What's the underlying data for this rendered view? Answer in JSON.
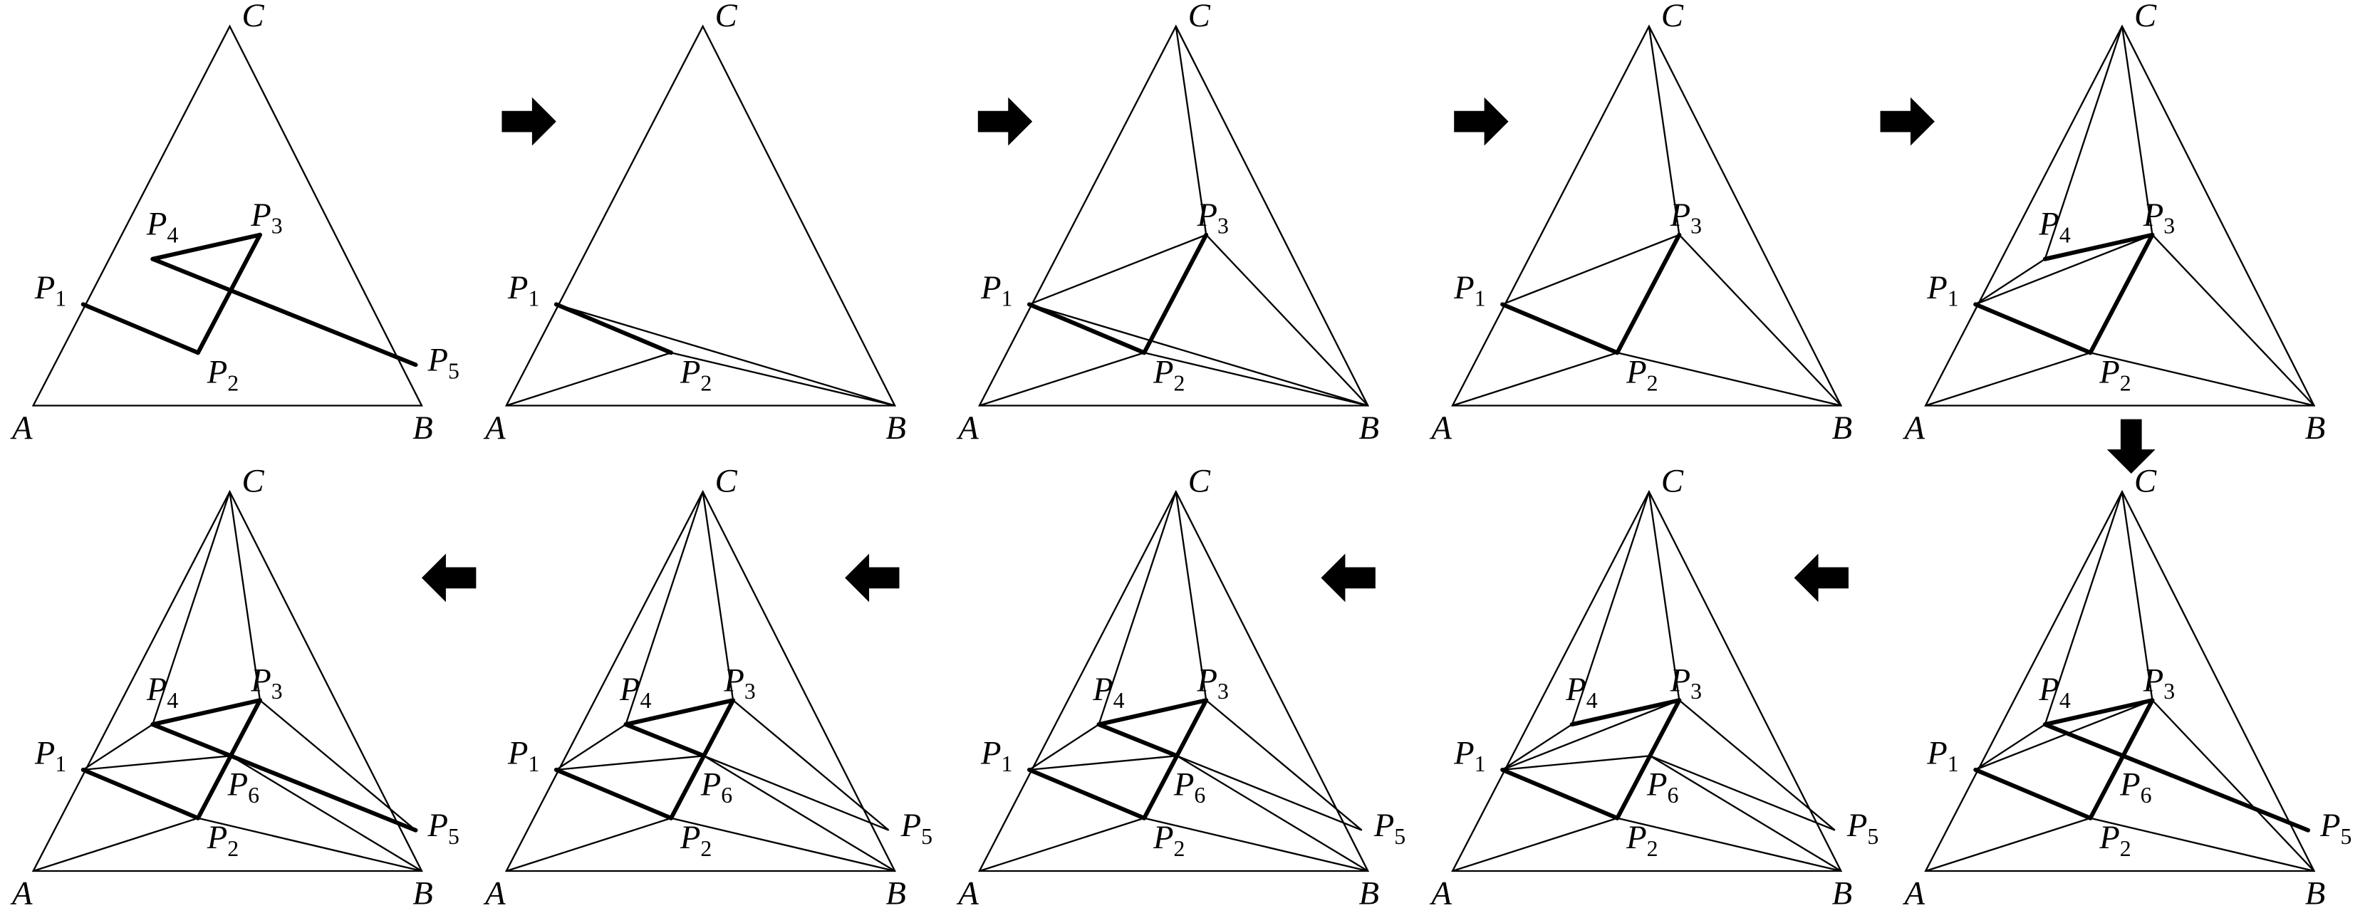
{
  "vertex_labels": {
    "A": "A",
    "B": "B",
    "C": "C",
    "P1": "P",
    "P2": "P",
    "P3": "P",
    "P4": "P",
    "P5": "P",
    "P6": "P"
  },
  "vertex_subscripts": {
    "P1": "1",
    "P2": "2",
    "P3": "3",
    "P4": "4",
    "P5": "5",
    "P6": "6"
  },
  "panels": [
    {
      "step": 1,
      "points": [
        "A",
        "B",
        "C",
        "P1",
        "P2",
        "P3",
        "P4",
        "P5"
      ],
      "bold": [
        [
          "P1",
          "P2"
        ],
        [
          "P2",
          "P3"
        ],
        [
          "P3",
          "P4"
        ],
        [
          "P4",
          "P5"
        ]
      ],
      "thin": []
    },
    {
      "step": 2,
      "points": [
        "A",
        "B",
        "C",
        "P1",
        "P2"
      ],
      "bold": [
        [
          "P1",
          "P2"
        ]
      ],
      "thin": [
        [
          "A",
          "P2"
        ],
        [
          "P2",
          "B"
        ],
        [
          "P1",
          "B"
        ]
      ]
    },
    {
      "step": 3,
      "points": [
        "A",
        "B",
        "C",
        "P1",
        "P2",
        "P3"
      ],
      "bold": [
        [
          "P1",
          "P2"
        ],
        [
          "P2",
          "P3"
        ]
      ],
      "thin": [
        [
          "A",
          "P2"
        ],
        [
          "P2",
          "B"
        ],
        [
          "P1",
          "B"
        ],
        [
          "P1",
          "P3"
        ],
        [
          "P3",
          "B"
        ],
        [
          "P3",
          "C"
        ]
      ]
    },
    {
      "step": 4,
      "points": [
        "A",
        "B",
        "C",
        "P1",
        "P2",
        "P3"
      ],
      "bold": [
        [
          "P1",
          "P2"
        ],
        [
          "P2",
          "P3"
        ]
      ],
      "thin": [
        [
          "A",
          "P2"
        ],
        [
          "P2",
          "B"
        ],
        [
          "P1",
          "P3"
        ],
        [
          "P3",
          "B"
        ],
        [
          "P3",
          "C"
        ]
      ]
    },
    {
      "step": 5,
      "points": [
        "A",
        "B",
        "C",
        "P1",
        "P2",
        "P3",
        "P4"
      ],
      "bold": [
        [
          "P1",
          "P2"
        ],
        [
          "P2",
          "P3"
        ],
        [
          "P3",
          "P4"
        ]
      ],
      "thin": [
        [
          "A",
          "P2"
        ],
        [
          "P2",
          "B"
        ],
        [
          "P1",
          "P3"
        ],
        [
          "P3",
          "B"
        ],
        [
          "P3",
          "C"
        ],
        [
          "P1",
          "P4"
        ],
        [
          "P4",
          "C"
        ]
      ]
    },
    {
      "step": 6,
      "points": [
        "A",
        "B",
        "C",
        "P1",
        "P2",
        "P3",
        "P4",
        "P5",
        "P6"
      ],
      "bold": [
        [
          "P1",
          "P2"
        ],
        [
          "P2",
          "P3"
        ],
        [
          "P3",
          "P4"
        ],
        [
          "P4",
          "P5"
        ]
      ],
      "thin": [
        [
          "A",
          "P2"
        ],
        [
          "P2",
          "B"
        ],
        [
          "P1",
          "P3"
        ],
        [
          "P3",
          "B"
        ],
        [
          "P3",
          "C"
        ],
        [
          "P1",
          "P4"
        ],
        [
          "P4",
          "C"
        ],
        [
          "P4",
          "P3"
        ]
      ]
    },
    {
      "step": 7,
      "points": [
        "A",
        "B",
        "C",
        "P1",
        "P2",
        "P3",
        "P4",
        "P5",
        "P6"
      ],
      "bold": [
        [
          "P1",
          "P2"
        ],
        [
          "P2",
          "P6"
        ],
        [
          "P6",
          "P3"
        ],
        [
          "P3",
          "P4"
        ]
      ],
      "thin": [
        [
          "A",
          "P2"
        ],
        [
          "P2",
          "B"
        ],
        [
          "P1",
          "P3"
        ],
        [
          "P1",
          "P6"
        ],
        [
          "P6",
          "B"
        ],
        [
          "P6",
          "P5"
        ],
        [
          "P3",
          "P5"
        ],
        [
          "P3",
          "C"
        ],
        [
          "P1",
          "P4"
        ],
        [
          "P4",
          "C"
        ]
      ]
    },
    {
      "step": 8,
      "points": [
        "A",
        "B",
        "C",
        "P1",
        "P2",
        "P3",
        "P4",
        "P5",
        "P6"
      ],
      "bold": [
        [
          "P1",
          "P2"
        ],
        [
          "P2",
          "P6"
        ],
        [
          "P6",
          "P3"
        ],
        [
          "P3",
          "P4"
        ],
        [
          "P4",
          "P6"
        ]
      ],
      "thin": [
        [
          "A",
          "P2"
        ],
        [
          "P2",
          "B"
        ],
        [
          "P1",
          "P6"
        ],
        [
          "P6",
          "B"
        ],
        [
          "P6",
          "P5"
        ],
        [
          "P3",
          "P5"
        ],
        [
          "P3",
          "C"
        ],
        [
          "P1",
          "P4"
        ],
        [
          "P4",
          "C"
        ]
      ]
    },
    {
      "step": 9,
      "points": [
        "A",
        "B",
        "C",
        "P1",
        "P2",
        "P3",
        "P4",
        "P5",
        "P6"
      ],
      "bold": [
        [
          "P1",
          "P2"
        ],
        [
          "P2",
          "P6"
        ],
        [
          "P6",
          "P3"
        ],
        [
          "P3",
          "P4"
        ],
        [
          "P4",
          "P6"
        ]
      ],
      "thin": [
        [
          "A",
          "P2"
        ],
        [
          "P2",
          "B"
        ],
        [
          "P1",
          "P6"
        ],
        [
          "P6",
          "B"
        ],
        [
          "P6",
          "P5"
        ],
        [
          "P3",
          "P5"
        ],
        [
          "P3",
          "C"
        ],
        [
          "P1",
          "P4"
        ],
        [
          "P4",
          "C"
        ]
      ]
    },
    {
      "step": 10,
      "points": [
        "A",
        "B",
        "C",
        "P1",
        "P2",
        "P3",
        "P4",
        "P5",
        "P6"
      ],
      "bold": [
        [
          "P1",
          "P2"
        ],
        [
          "P2",
          "P6"
        ],
        [
          "P6",
          "P3"
        ],
        [
          "P3",
          "P4"
        ],
        [
          "P4",
          "P6"
        ],
        [
          "P6",
          "P5"
        ]
      ],
      "thin": [
        [
          "A",
          "P2"
        ],
        [
          "P2",
          "B"
        ],
        [
          "P1",
          "P6"
        ],
        [
          "P6",
          "B"
        ],
        [
          "P3",
          "P5"
        ],
        [
          "P3",
          "C"
        ],
        [
          "P1",
          "P4"
        ],
        [
          "P4",
          "C"
        ]
      ]
    }
  ],
  "arrows": [
    "right",
    "right",
    "right",
    "right",
    "down",
    "left",
    "left",
    "left",
    "left"
  ]
}
